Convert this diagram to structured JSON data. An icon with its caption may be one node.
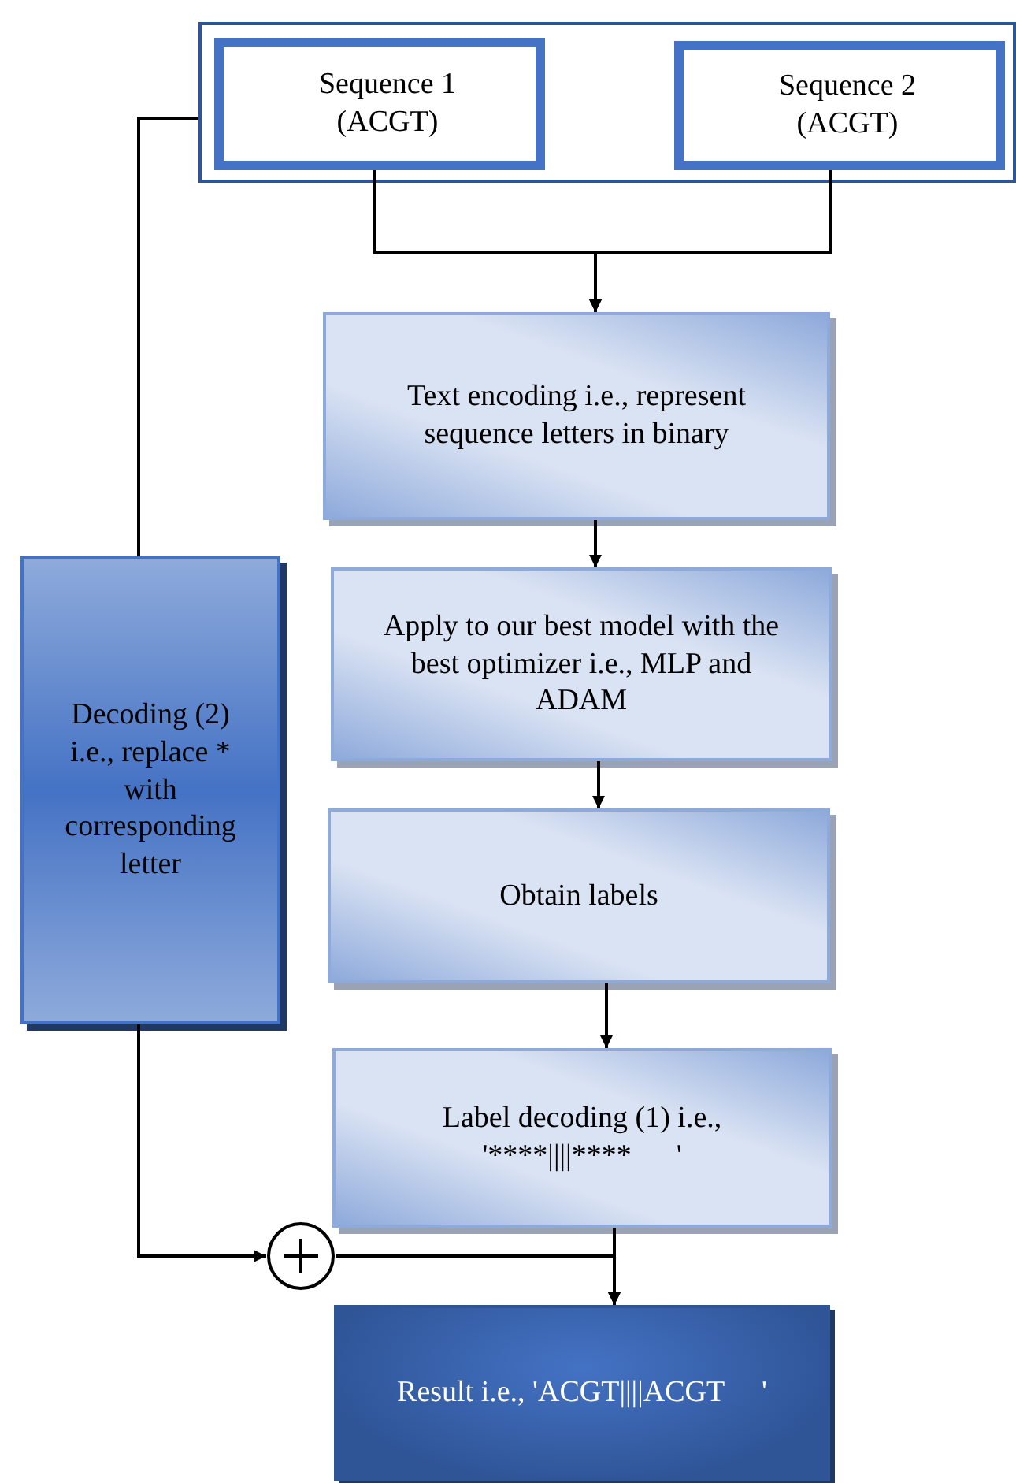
{
  "diagram": {
    "nodes": [
      {
        "text": [],
        "shape": "box"
      },
      {
        "text": [
          "Sequence 1 (ACGT)"
        ],
        "in": 0
      },
      {
        "text": [
          "Sequence 2 (ACGT)"
        ],
        "in": 0
      },
      {
        "text": [
          "Text encoding i.e., represent sequence letters in binary"
        ]
      },
      {
        "text": [
          "Apply to our best model with the best optimizer i.e., MLP and ADAM"
        ]
      },
      {
        "text": [
          "Obtain labels"
        ]
      },
      {
        "text": [
          "Label decoding (1) i.e., '****||||****      '"
        ]
      },
      {
        "text": [
          "Decoding (2) i.e., replace * with corresponding letter"
        ]
      },
      {
        "text": [],
        "shape": "circle"
      },
      {
        "text": [
          "Result i.e., 'ACGT||||ACGT     '"
        ]
      }
    ],
    "edges": [
      {
        "from": 1,
        "to": 3,
        "arrow": "to"
      },
      {
        "from": 2,
        "to": 3,
        "arrow": "to"
      },
      {
        "from": 3,
        "to": 4,
        "arrow": "to"
      },
      {
        "from": 4,
        "to": 5,
        "arrow": "to"
      },
      {
        "from": 5,
        "to": 6,
        "arrow": "to"
      },
      {
        "from": 6,
        "to": 9,
        "arrow": "to"
      },
      {
        "from": 0,
        "to": 7,
        "arrow": "none"
      },
      {
        "from": 7,
        "to": 8,
        "arrow": "to"
      },
      {
        "from": 8,
        "to": 9,
        "arrow": "to"
      }
    ]
  }
}
